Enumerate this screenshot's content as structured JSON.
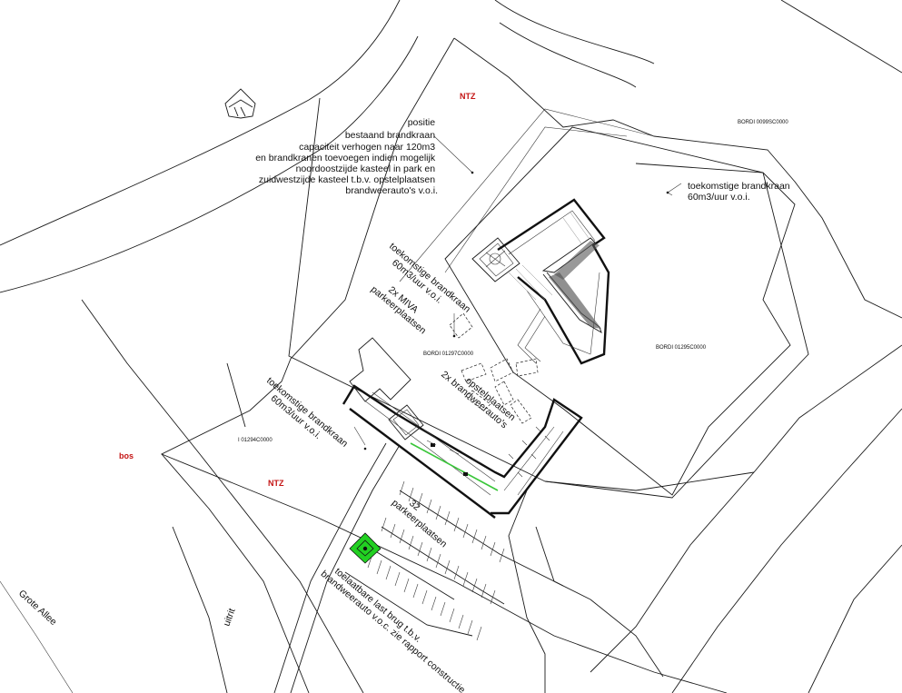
{
  "annotations": {
    "existing_hydrant": [
      "positie",
      "bestaand brandkraan",
      "capaciteit verhogen naar 120m3",
      "en brandkranen toevoegen indien mogelijk",
      "noordoostzijde kasteel in park en",
      "zuidwestzijde kasteel t.b.v. opstelplaatsen",
      "brandweerauto's v.o.i."
    ],
    "future_hydrant_east": [
      "toekomstige brandkraan",
      "60m3/uur v.o.i."
    ],
    "future_hydrant_center": [
      "toekomstige brandkraan",
      "60m3/uur v.o.i."
    ],
    "miva": [
      "2x MIVA",
      "parkeerplaatsen"
    ],
    "opstelplaatsen": [
      "opstelplaatsen",
      "2x brandweerauto's"
    ],
    "future_hydrant_west": [
      "toekomstige brandkraan",
      "60m3/uur v.o.i."
    ],
    "parking": [
      "32",
      "parkeerplaatsen"
    ],
    "bridge": [
      "toelaatbare last brug t.b.v.",
      "brandweerauto v.o.c. zie rapport constructie"
    ]
  },
  "zones": {
    "ntz_top": "NTZ",
    "ntz_bottom": "NTZ",
    "bos": "bos"
  },
  "codes": {
    "top_right": "BORDI 0099SC0000",
    "mid_right": "BORDI 01295C0000",
    "center": "BORDI 01297C0000",
    "left": "I 01294C0000"
  },
  "streets": {
    "grote_allee": "Grote Allee",
    "uitrit": "uitrit"
  },
  "colors": {
    "hydrant_green": "#22d022",
    "zone_red": "#c41414"
  }
}
